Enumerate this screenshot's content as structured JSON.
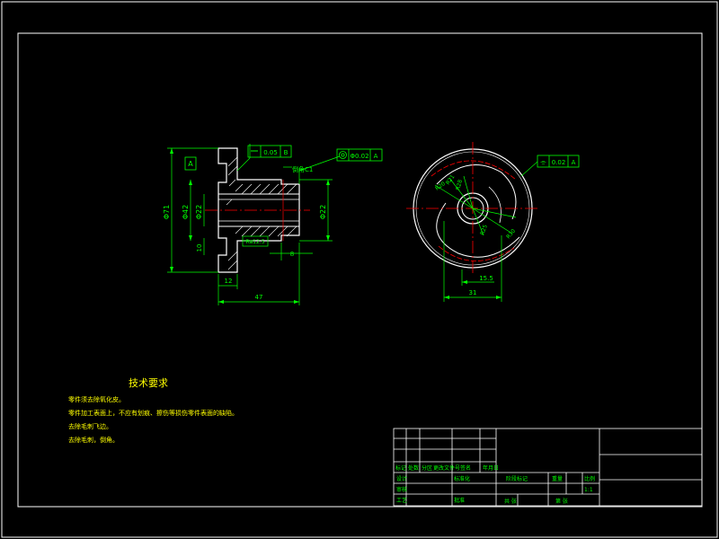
{
  "drawing": {
    "background_color": "#000000",
    "colors": {
      "outline": "#ffffff",
      "dimension": "#00ff00",
      "centerline": "#ff0000",
      "hatch": "#ffffff",
      "annotation": "#ffff00"
    }
  },
  "side_view": {
    "datum_label": "A",
    "flatness_tolerance": "0.05",
    "flatness_datum": "B",
    "chamfer_note": "倒角C1",
    "roughness_note": "Ra12.5",
    "runout_tolerance": "Φ0.02",
    "runout_datum": "A",
    "dims": {
      "outer_diameter": "Φ71",
      "hub_diameter": "Φ42",
      "bore_diameter": "Φ22",
      "right_diameter": "Φ22",
      "groove_width": "10",
      "small_step": "12",
      "right_step": "8",
      "overall_length": "47"
    }
  },
  "front_view": {
    "tolerance_symbol": "⌯",
    "tolerance_value": "0.02",
    "tolerance_datum": "A",
    "dims": {
      "r1": "R20",
      "r2": "R21",
      "r3": "R28",
      "r4": "R25",
      "r5": "R30",
      "width_31": "31",
      "bore_w": "15.5"
    }
  },
  "tech_requirements": {
    "title": "技术要求",
    "items": [
      "零件须去除氧化皮。",
      "零件加工表面上，不应有划痕、擦伤等损伤零件表面的缺陷。",
      "去除毛刺飞边。",
      "去除毛刺，倒角。"
    ]
  },
  "title_block": {
    "row_labels": [
      "标记",
      "处数",
      "分区",
      "更改文件号",
      "签名",
      "年月日"
    ],
    "design": "设计",
    "standard": "标准化",
    "review": "审核",
    "process": "工艺",
    "approve": "批准",
    "stage_mark": "阶段标记",
    "weight": "重量",
    "scale": "比例",
    "scale_value": "1:1",
    "sheets": "共 张",
    "sheet": "第 张"
  }
}
